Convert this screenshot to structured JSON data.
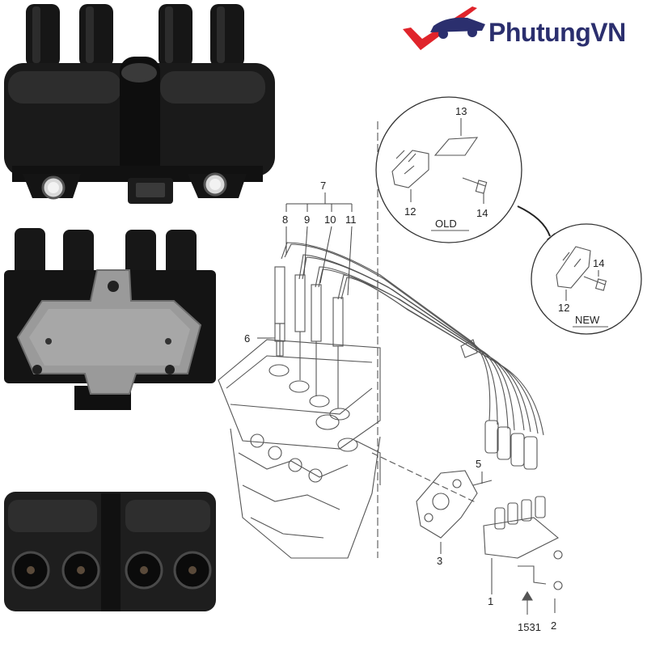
{
  "brand": {
    "name": "PhutungVN",
    "colors": {
      "red": "#e0242b",
      "navy": "#2b2f6e"
    }
  },
  "photos": [
    {
      "icon": "ignition-coil-top-view-photo"
    },
    {
      "icon": "ignition-coil-bracket-view-photo"
    },
    {
      "icon": "ignition-coil-terminal-view-photo"
    }
  ],
  "diagram": {
    "callouts": {
      "c1": "1",
      "c2": "2",
      "c3": "3",
      "c5": "5",
      "c6": "6",
      "c7": "7",
      "c8": "8",
      "c9": "9",
      "c10": "10",
      "c11": "11",
      "c1531": "1531"
    },
    "old_detail": {
      "label": "OLD",
      "c12": "12",
      "c13": "13",
      "c14": "14"
    },
    "new_detail": {
      "label": "NEW",
      "c12": "12",
      "c14": "14"
    }
  }
}
